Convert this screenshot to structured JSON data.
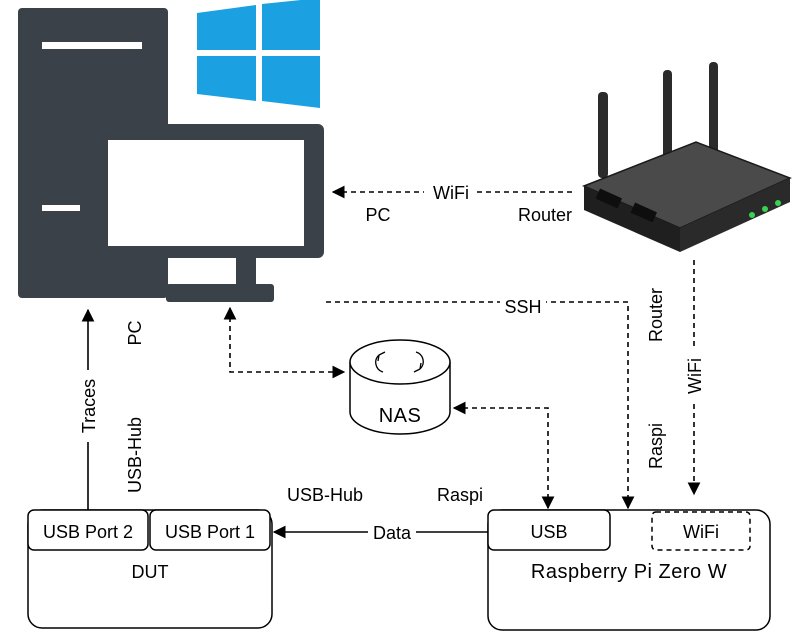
{
  "nodes": {
    "pc": {
      "label": "PC"
    },
    "router": {
      "label": "Router"
    },
    "nas": {
      "label": "NAS"
    },
    "dut": {
      "label": "DUT",
      "port1": "USB Port 1",
      "port2": "USB Port 2"
    },
    "raspi": {
      "label": "Raspberry Pi Zero W",
      "usb": "USB",
      "wifi": "WiFi"
    }
  },
  "edges": {
    "router_to_pc_wifi": {
      "label": "WiFi",
      "source_label": "Router",
      "target_label": "PC"
    },
    "pc_to_raspi_ssh": {
      "label": "SSH",
      "source_label": "Router",
      "target_label": "Raspi"
    },
    "router_to_raspi_wifi": {
      "label": "WiFi"
    },
    "dut_to_pc_traces": {
      "label": "Traces",
      "source_label": "USB-Hub",
      "target_label": "PC"
    },
    "raspi_to_dut_data": {
      "label": "Data",
      "source_label": "Raspi",
      "target_label": "USB-Hub"
    }
  },
  "colors": {
    "windows_blue": "#1ba1e2",
    "pc_dark": "#3a4148",
    "router_dark": "#2b2b2b",
    "led_green": "#39d353"
  },
  "icons": [
    "pc-tower-icon",
    "monitor-icon",
    "windows-logo-icon",
    "router-icon",
    "nas-icon"
  ]
}
